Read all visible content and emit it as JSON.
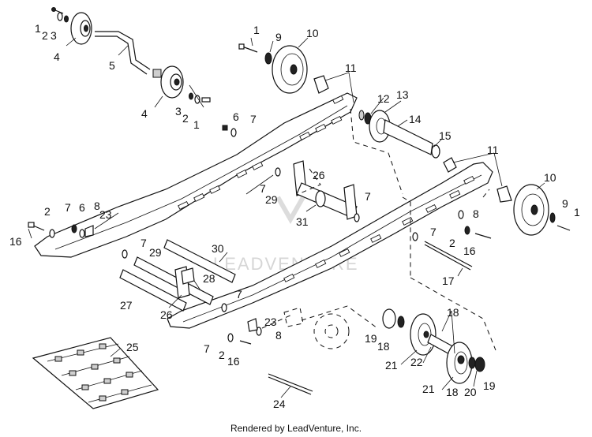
{
  "watermark": "LEADVENTURE",
  "credit": "Rendered by LeadVenture, Inc.",
  "callouts": {
    "c1a": "1",
    "c2a": "2",
    "c3a": "3",
    "c4a": "4",
    "c5": "5",
    "c4b": "4",
    "c3b": "3",
    "c2b": "2",
    "c1b": "1",
    "c1c": "1",
    "c9a": "9",
    "c10a": "10",
    "c11a": "11",
    "c12": "12",
    "c13": "13",
    "c14": "14",
    "c15": "15",
    "c11b": "11",
    "c6a": "6",
    "c7a": "7",
    "c7b": "7",
    "c26a": "26",
    "c29a": "29",
    "c7c": "7",
    "c31": "31",
    "c2c": "2",
    "c6b": "6",
    "c8a": "8",
    "c23a": "23",
    "c16a": "16",
    "c7d": "7",
    "c10b": "10",
    "c9b": "9",
    "c1d": "1",
    "c8b": "8",
    "c7e": "7",
    "c2d": "2",
    "c16b": "16",
    "c17": "17",
    "c7f": "7",
    "c29b": "29",
    "c30": "30",
    "c28": "28",
    "c7g": "7",
    "c27": "27",
    "c26b": "26",
    "c23b": "23",
    "c8c": "8",
    "c7h": "7",
    "c2e": "2",
    "c16c": "16",
    "c25": "25",
    "c24": "24",
    "c19a": "19",
    "c18a": "18",
    "c18b": "18",
    "c21a": "21",
    "c22": "22",
    "c21b": "21",
    "c18c": "18",
    "c20": "20",
    "c19b": "19"
  }
}
